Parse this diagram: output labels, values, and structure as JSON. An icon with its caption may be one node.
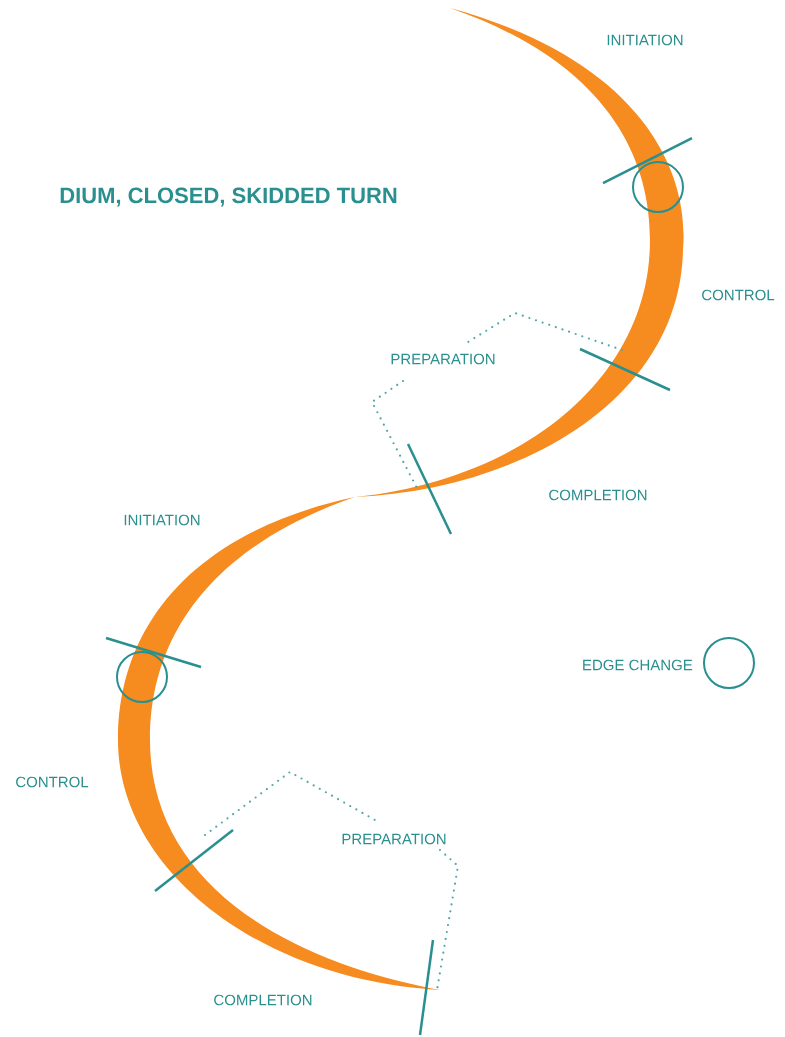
{
  "diagram": {
    "title": "DIUM, CLOSED, SKIDDED TURN",
    "labels": [
      "INITIATION",
      "CONTROL",
      "PREPARATION",
      "COMPLETION",
      "INITIATION",
      "CONTROL",
      "PREPARATION",
      "COMPLETION"
    ],
    "legend": [
      {
        "text": "EDGE CHANGE"
      }
    ]
  }
}
